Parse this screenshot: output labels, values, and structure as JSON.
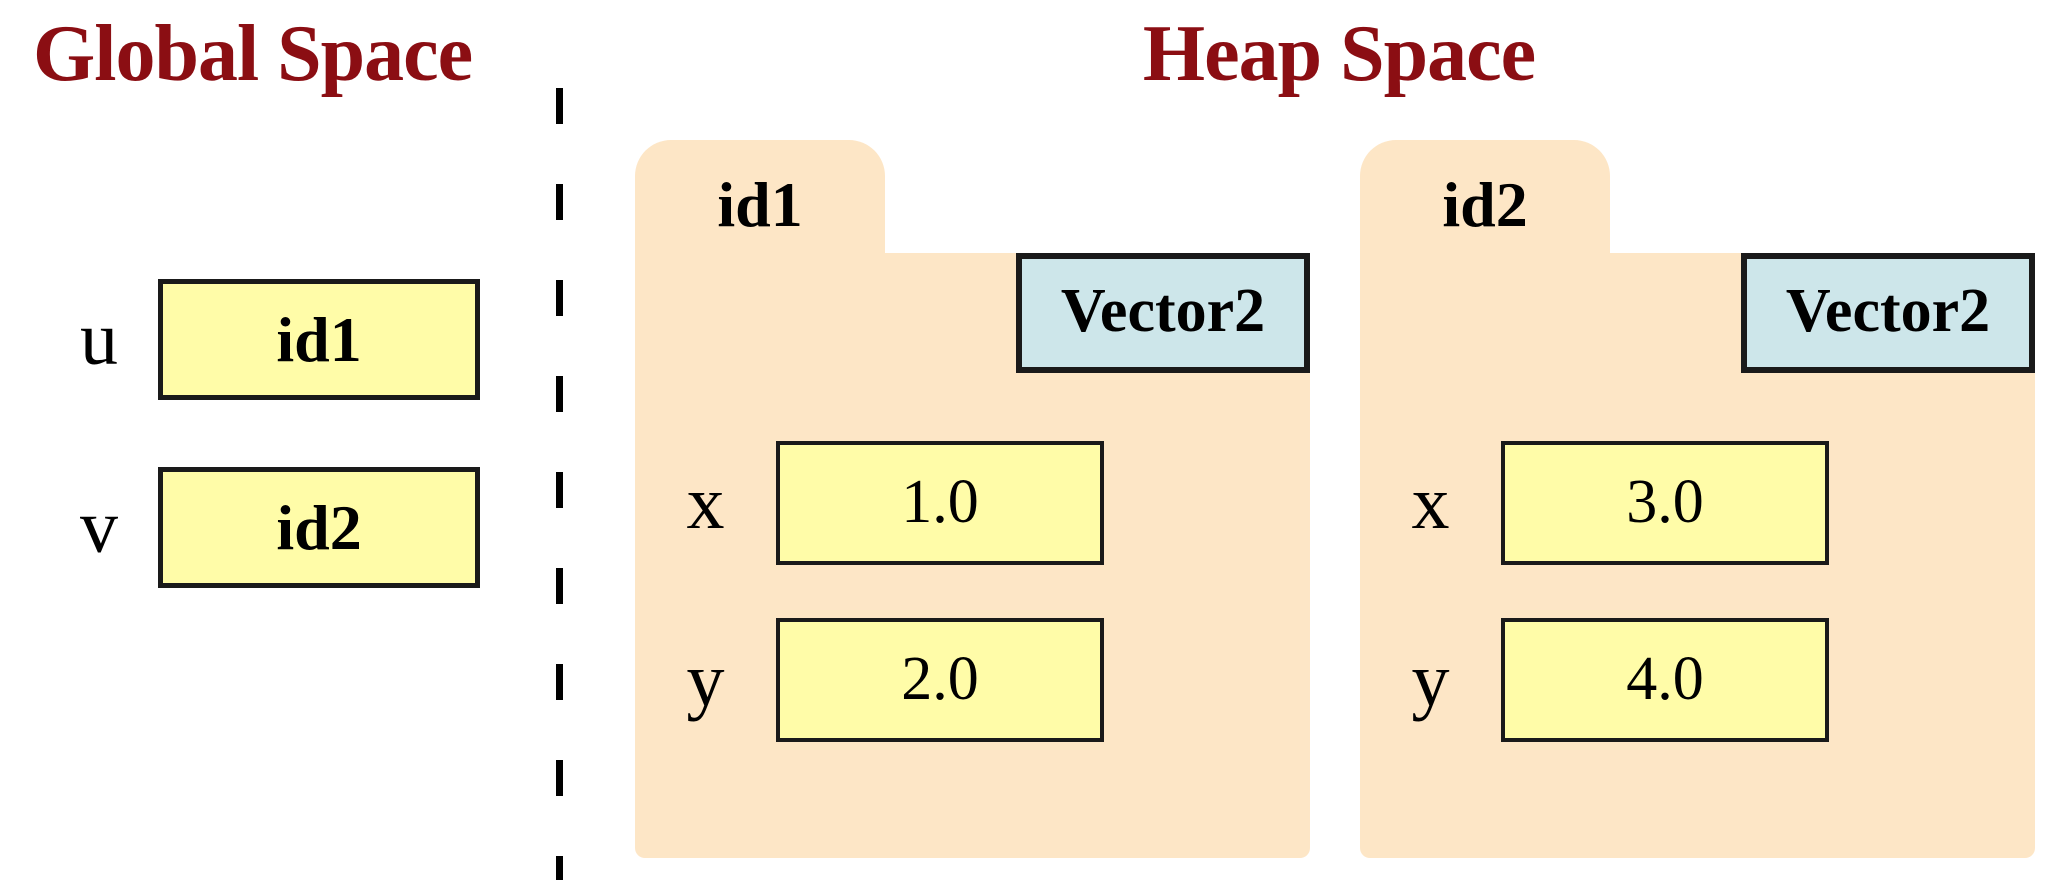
{
  "titles": {
    "global": "Global Space",
    "heap": "Heap Space"
  },
  "colors": {
    "maroon": "#8b0e13",
    "peach": "#fde6c6",
    "yellow": "#fffca8",
    "blue": "#cde6ea",
    "ink": "#1a1a1a"
  },
  "global_space": {
    "variables": [
      {
        "name": "u",
        "value": "id1"
      },
      {
        "name": "v",
        "value": "id2"
      }
    ]
  },
  "heap_space": {
    "objects": [
      {
        "id": "id1",
        "type": "Vector2",
        "fields": [
          {
            "name": "x",
            "value": "1.0"
          },
          {
            "name": "y",
            "value": "2.0"
          }
        ]
      },
      {
        "id": "id2",
        "type": "Vector2",
        "fields": [
          {
            "name": "x",
            "value": "3.0"
          },
          {
            "name": "y",
            "value": "4.0"
          }
        ]
      }
    ]
  }
}
